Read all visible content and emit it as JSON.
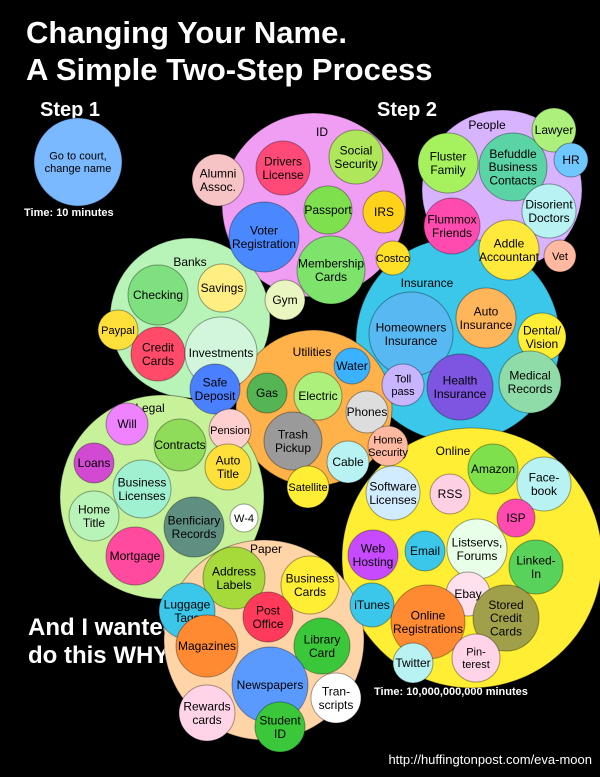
{
  "title": {
    "line1": "Changing Your Name.",
    "line2": "A Simple Two-Step Process"
  },
  "step1": {
    "label": "Step 1",
    "bubble": "Go to court,\nchange name",
    "time": "Time: 10 minutes"
  },
  "step2": {
    "label": "Step 2",
    "time": "Time: 10,000,000,000 minutes"
  },
  "closing": "And I wanted to do this WHY?",
  "source_url": "http://huffingtonpost.com/eva-moon",
  "groups": [
    {
      "label": "ID",
      "color": "#f09ef4"
    },
    {
      "label": "People",
      "color": "#d8b4ff"
    },
    {
      "label": "Banks",
      "color": "#b8f3b8"
    },
    {
      "label": "Insurance",
      "color": "#3ac7ea"
    },
    {
      "label": "Utilities",
      "color": "#ffb14a"
    },
    {
      "label": "Legal",
      "color": "#c8f29a"
    },
    {
      "label": "Online",
      "color": "#ffee33"
    },
    {
      "label": "Paper",
      "color": "#ffd4a6"
    }
  ],
  "nodes": [
    {
      "label": "Drivers\nLicense",
      "color": "#ff4a78"
    },
    {
      "label": "Social\nSecurity",
      "color": "#aee85a"
    },
    {
      "label": "Alumni\nAssoc.",
      "color": "#f6c4c4"
    },
    {
      "label": "Passport",
      "color": "#7fe04e"
    },
    {
      "label": "IRS",
      "color": "#ffd21a"
    },
    {
      "label": "Voter\nRegistration",
      "color": "#4a88ff"
    },
    {
      "label": "Membership\nCards",
      "color": "#7de36a"
    },
    {
      "label": "Costco",
      "color": "#ffe026"
    },
    {
      "label": "Gym",
      "color": "#eaf6bf"
    },
    {
      "label": "Fluster\nFamily",
      "color": "#a6f25e"
    },
    {
      "label": "Befuddle\nBusiness\nContacts",
      "color": "#5ad3a5"
    },
    {
      "label": "Lawyer",
      "color": "#aef07c"
    },
    {
      "label": "HR",
      "color": "#6fc7ff"
    },
    {
      "label": "Flummox\nFriends",
      "color": "#ff4ab0"
    },
    {
      "label": "Disorient\nDoctors",
      "color": "#b8f2f2"
    },
    {
      "label": "Addle\nAccountant",
      "color": "#ffe93a"
    },
    {
      "label": "Vet",
      "color": "#ffb9a0"
    },
    {
      "label": "Checking",
      "color": "#7fe07f"
    },
    {
      "label": "Savings",
      "color": "#ffee82"
    },
    {
      "label": "Paypal",
      "color": "#ffe03a"
    },
    {
      "label": "Credit\nCards",
      "color": "#ff4a6a"
    },
    {
      "label": "Investments",
      "color": "#d2f6dc"
    },
    {
      "label": "Safe\nDeposit",
      "color": "#4a80ff"
    },
    {
      "label": "Homeowners\nInsurance",
      "color": "#58b8f2"
    },
    {
      "label": "Auto\nInsurance",
      "color": "#ffb55a"
    },
    {
      "label": "Dental/\nVision",
      "color": "#ffee33"
    },
    {
      "label": "Health\nInsurance",
      "color": "#7d55e0"
    },
    {
      "label": "Medical\nRecords",
      "color": "#8fdca8"
    },
    {
      "label": "Water",
      "color": "#3ab2ff"
    },
    {
      "label": "Gas",
      "color": "#55b555"
    },
    {
      "label": "Electric",
      "color": "#aef07c"
    },
    {
      "label": "Toll\npass",
      "color": "#c8b4ff"
    },
    {
      "label": "Phones",
      "color": "#dddddd"
    },
    {
      "label": "Trash\nPickup",
      "color": "#9a9a9a"
    },
    {
      "label": "Cable",
      "color": "#b8f2f2"
    },
    {
      "label": "Home\nSecurity",
      "color": "#ffb9a0"
    },
    {
      "label": "Satellite",
      "color": "#ffee33"
    },
    {
      "label": "Will",
      "color": "#ee82ff"
    },
    {
      "label": "Contracts",
      "color": "#8fdc5a"
    },
    {
      "label": "Pension",
      "color": "#ffcfcf"
    },
    {
      "label": "Loans",
      "color": "#d24ad2"
    },
    {
      "label": "Business\nLicenses",
      "color": "#a0f0d2"
    },
    {
      "label": "Auto\nTitle",
      "color": "#ffe03a"
    },
    {
      "label": "Home\nTitle",
      "color": "#b8f3b8"
    },
    {
      "label": "Benficiary\nRecords",
      "color": "#5f8f80"
    },
    {
      "label": "W-4",
      "color": "#ffffff"
    },
    {
      "label": "Mortgage",
      "color": "#ff4aa0"
    },
    {
      "label": "Amazon",
      "color": "#7fe04e"
    },
    {
      "label": "Face-\nbook",
      "color": "#b8f2f2"
    },
    {
      "label": "Software\nLicenses",
      "color": "#d2ecff"
    },
    {
      "label": "RSS",
      "color": "#ffcfe4"
    },
    {
      "label": "ISP",
      "color": "#ff4ab0"
    },
    {
      "label": "Web\nHosting",
      "color": "#c84aff"
    },
    {
      "label": "Email",
      "color": "#3ac7ea"
    },
    {
      "label": "Listservs,\nForums",
      "color": "#e8ffe8"
    },
    {
      "label": "Linked-\nIn",
      "color": "#58d25a"
    },
    {
      "label": "Ebay",
      "color": "#ffe0ec"
    },
    {
      "label": "iTunes",
      "color": "#3ac7ea"
    },
    {
      "label": "Online\nRegistrations",
      "color": "#ff8a32"
    },
    {
      "label": "Stored\nCredit\nCards",
      "color": "#a0a04a"
    },
    {
      "label": "Twitter",
      "color": "#b8f2f2"
    },
    {
      "label": "Pin-\nterest",
      "color": "#ffd4e8"
    },
    {
      "label": "Address\nLabels",
      "color": "#a6d93a"
    },
    {
      "label": "Business\nCards",
      "color": "#ffee33"
    },
    {
      "label": "Luggage\nTags",
      "color": "#3ac7ea"
    },
    {
      "label": "Post\nOffice",
      "color": "#ff3a5a"
    },
    {
      "label": "Library\nCard",
      "color": "#3ac83a"
    },
    {
      "label": "Magazines",
      "color": "#ff8a32"
    },
    {
      "label": "Newspapers",
      "color": "#5a9aff"
    },
    {
      "label": "Tran-\nscripts",
      "color": "#ffffff"
    },
    {
      "label": "Rewards\ncards",
      "color": "#ffd4e8"
    },
    {
      "label": "Student\nID",
      "color": "#3ac83a"
    }
  ]
}
